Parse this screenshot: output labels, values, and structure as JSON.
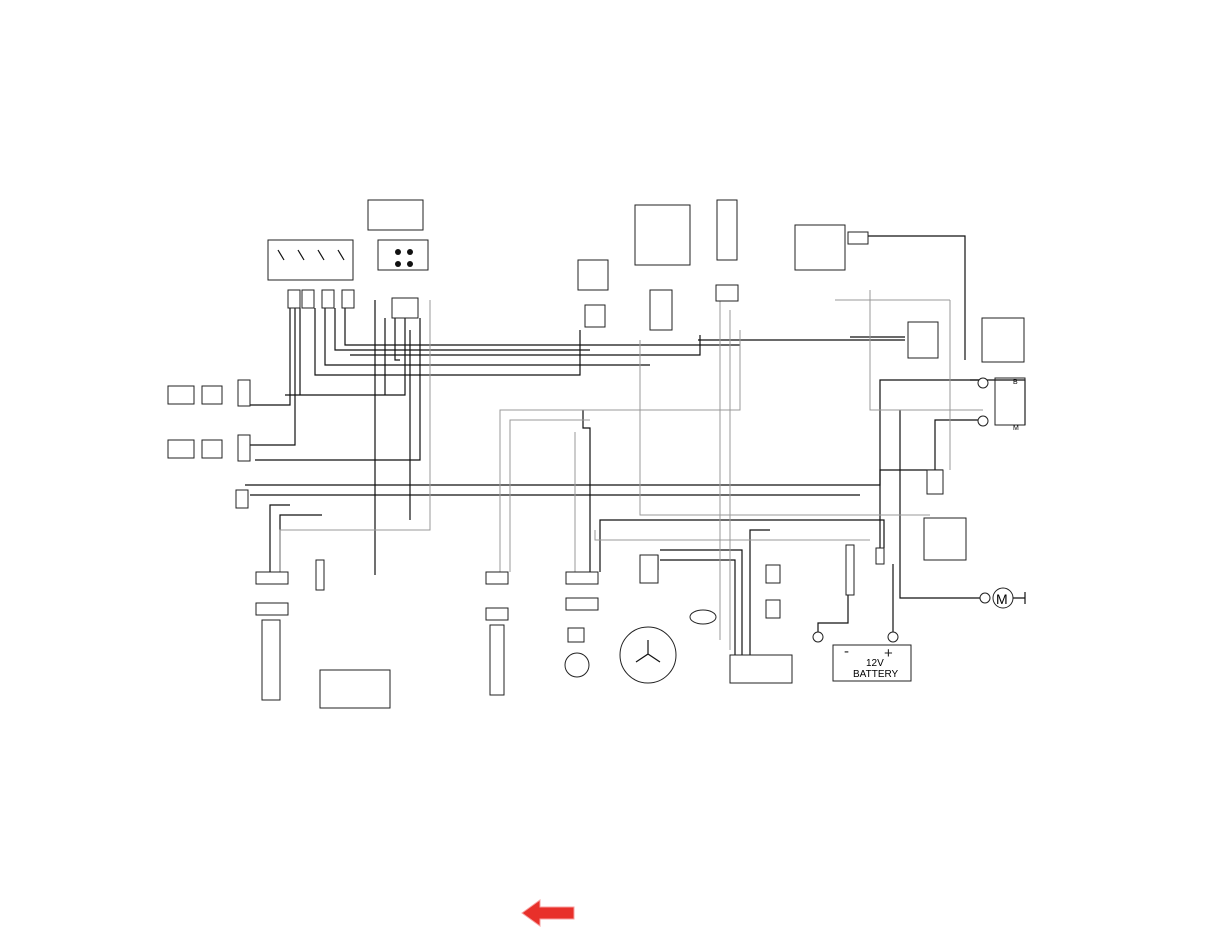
{
  "diagram": {
    "battery": {
      "voltage": "12V",
      "label": "BATTERY",
      "minus": "-",
      "plus": "+"
    },
    "motor_symbol": "M",
    "starter_terminals": [
      "B",
      "M"
    ]
  },
  "navigation": {
    "back_icon": "left-arrow-icon",
    "color": "#e8302a"
  }
}
